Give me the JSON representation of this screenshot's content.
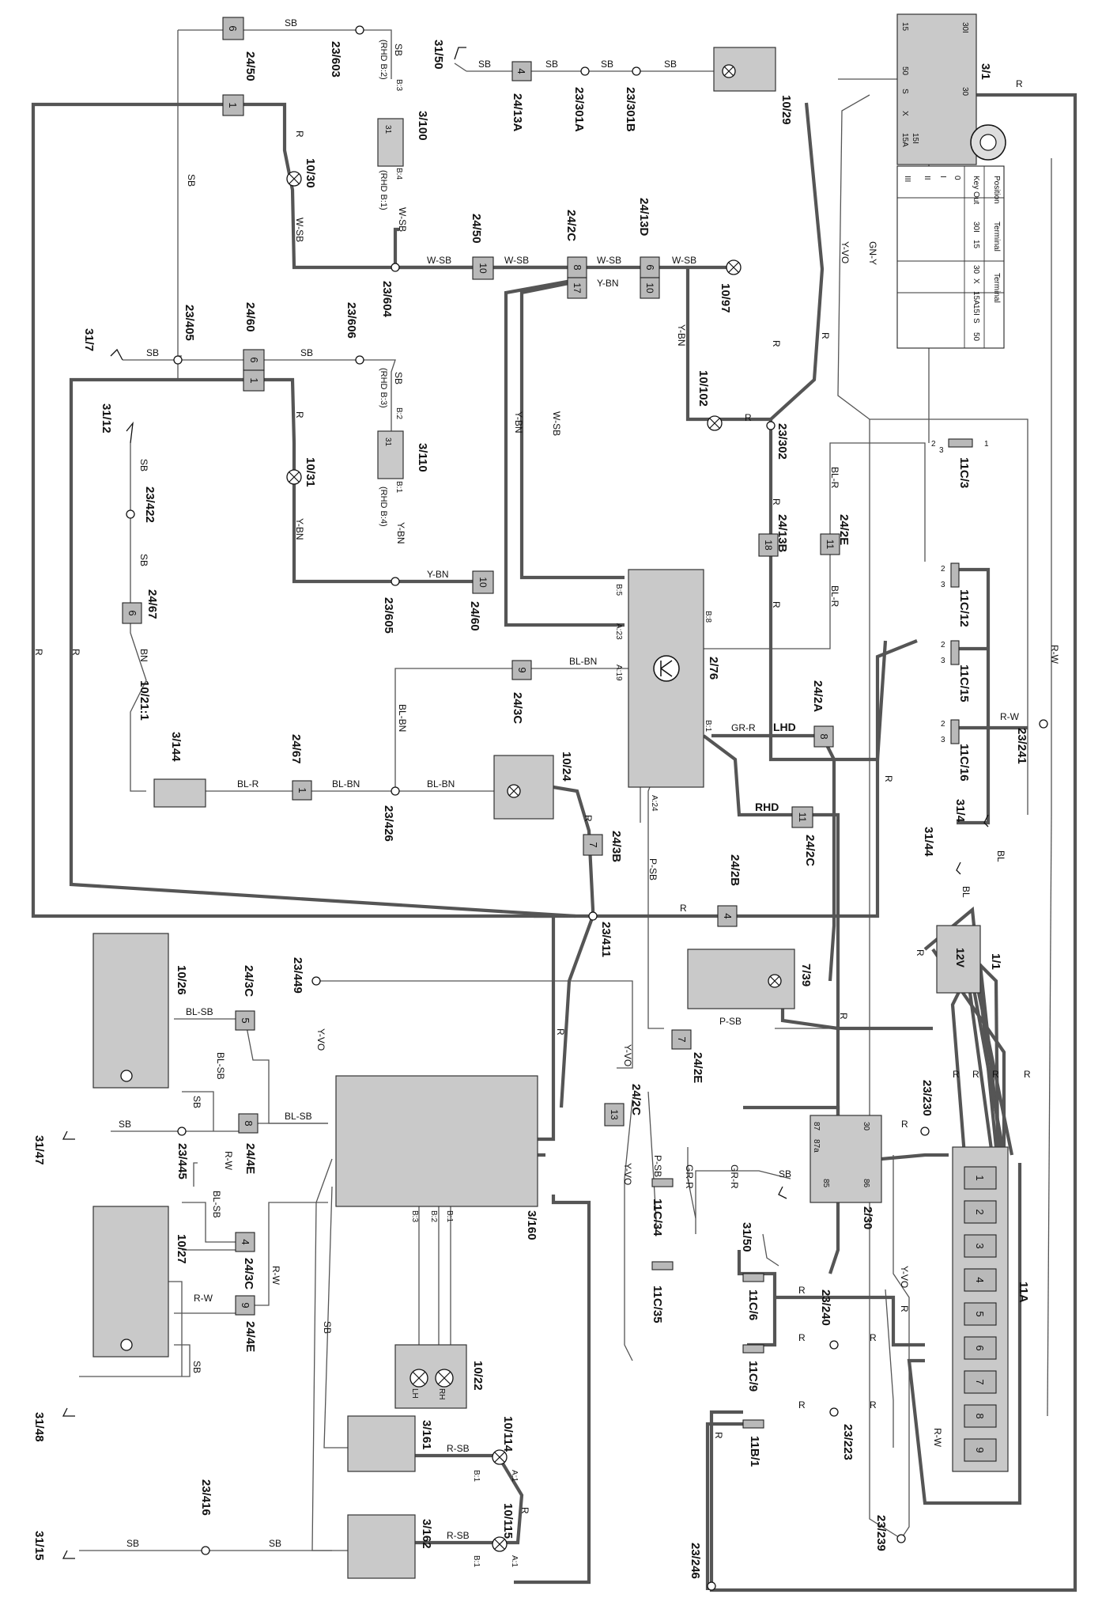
{
  "components": {
    "c2_76": "2/76",
    "c2_30": "2/30",
    "c1_1": "1/1",
    "c1_1_voltage": "12V",
    "c3_1": "3/1",
    "c3_100": "3/100",
    "c3_110": "3/110",
    "c3_144": "3/144",
    "c3_160": "3/160",
    "c3_161": "3/161",
    "c3_162": "3/162",
    "c7_39": "7/39",
    "c11A": "11A",
    "c10_21_1": "10/21:1",
    "c10_22": "10/22",
    "c10_24": "10/24",
    "c10_26": "10/26",
    "c10_27": "10/27",
    "c10_29": "10/29",
    "c10_30": "10/30",
    "c10_31": "10/31",
    "c10_97": "10/97",
    "c10_102": "10/102",
    "c10_114": "10/114",
    "c10_115": "10/115"
  },
  "connectors": {
    "k24_50": "24/50",
    "k24_13A": "24/13A",
    "k24_13B": "24/13B",
    "k24_13D": "24/13D",
    "k24_2A": "24/2A",
    "k24_2B": "24/2B",
    "k24_2C": "24/2C",
    "k24_2E": "24/2E",
    "k24_3B": "24/3B",
    "k24_3C": "24/3C",
    "k24_4E": "24/4E",
    "k24_60": "24/60",
    "k24_67": "24/67"
  },
  "fuses": {
    "f11C_3": "11C/3",
    "f11C_6": "11C/6",
    "f11C_9": "11C/9",
    "f11C_12": "11C/12",
    "f11C_15": "11C/15",
    "f11C_16": "11C/16",
    "f11C_34": "11C/34",
    "f11C_35": "11C/35",
    "f11B_1": "11B/1"
  },
  "splices": {
    "s23_603": "23/603",
    "s23_301A": "23/301A",
    "s23_301B": "23/301B",
    "s23_604": "23/604",
    "s23_606": "23/606",
    "s23_405": "23/405",
    "s23_302": "23/302",
    "s23_422": "23/422",
    "s23_605": "23/605",
    "s23_426": "23/426",
    "s23_241": "23/241",
    "s23_411": "23/411",
    "s23_449": "23/449",
    "s23_445": "23/445",
    "s23_230": "23/230",
    "s23_240": "23/240",
    "s23_223": "23/223",
    "s23_239": "23/239",
    "s23_246": "23/246",
    "s23_416": "23/416"
  },
  "grounds": {
    "g31_50a": "31/50",
    "g31_50b": "31/50",
    "g31_7": "31/7",
    "g31_12": "31/12",
    "g31_4": "31/4",
    "g31_44": "31/44",
    "g31_47": "31/47",
    "g31_48": "31/48",
    "g31_15": "31/15"
  },
  "wire_colors": {
    "SB": "SB",
    "R": "R",
    "W_SB": "W-SB",
    "Y_BN": "Y-BN",
    "BL_BN": "BL-BN",
    "BL_R": "BL-R",
    "BN": "BN",
    "GR_R": "GR-R",
    "P_SB": "P-SB",
    "BL_SB": "BL-SB",
    "R_W": "R-W",
    "R_SB": "R-SB",
    "Y_VO": "Y-VO",
    "GN_Y": "GN-Y",
    "BL": "BL"
  },
  "variants": {
    "lhd": "LHD",
    "rhd": "RHD"
  },
  "rhd_notes": {
    "b2": "(RHD B:2)",
    "b1": "(RHD B:1)",
    "b3": "(RHD B:3)",
    "b4": "(RHD B:4)"
  },
  "pins": {
    "b3": "B:3",
    "b4": "B:4",
    "b2": "B:2",
    "b1": "B:1",
    "b5": "B:5",
    "b8": "B:8",
    "a23": "A:23",
    "a19": "A:19",
    "a24": "A:24",
    "a1": "A:1",
    "t31": "31",
    "t30": "30",
    "t15": "15",
    "t50": "50",
    "t30I": "30I",
    "t15A": "15A",
    "t15I": "15I",
    "t85": "85",
    "t86": "86",
    "t87": "87",
    "t87a": "87a",
    "tS": "S",
    "tX": "X",
    "lh": "LH",
    "rh": "RH"
  },
  "switch_table": {
    "position_header": "Position",
    "terminal_header": "Terminal",
    "key_out": "Key Out",
    "positions": [
      "0",
      "I",
      "II",
      "III"
    ],
    "terminals": [
      "30I",
      "15",
      "30",
      "X",
      "15A",
      "15I",
      "S",
      "50"
    ]
  },
  "fusebox_slots": [
    "1",
    "2",
    "3",
    "4",
    "5",
    "6",
    "7",
    "8",
    "9"
  ],
  "connector_pins": {
    "n6": "6",
    "n1": "1",
    "n4": "4",
    "n10": "10",
    "n8": "8",
    "n17": "17",
    "n9": "9",
    "n7": "7",
    "n18": "18",
    "n11": "11",
    "n5": "5",
    "n13": "13",
    "n2": "2",
    "n3": "3"
  }
}
